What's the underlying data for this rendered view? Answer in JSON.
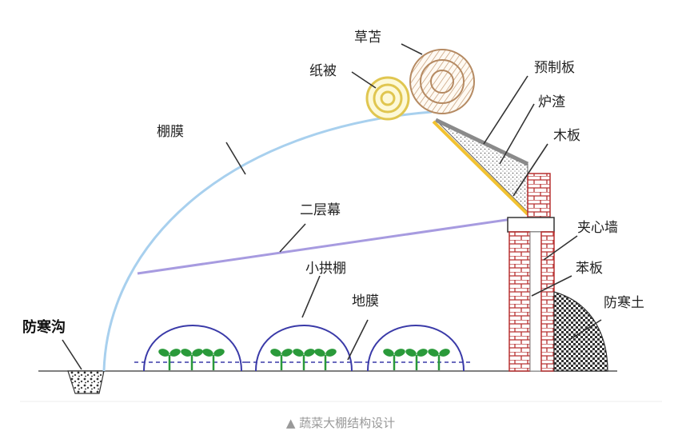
{
  "labels": {
    "caoshan": "草苫",
    "zhibei": "纸被",
    "yuzhiban": "预制板",
    "luzha": "炉渣",
    "muban": "木板",
    "pengmo": "棚膜",
    "ercengmu": "二层幕",
    "xiaogongpeng": "小拱棚",
    "dimo": "地膜",
    "jiaxinqiang": "夹心墙",
    "benban": "苯板",
    "fanghantu": "防寒土",
    "fanghangou": "防寒沟"
  },
  "caption": "▲ 蔬菜大棚结构设计",
  "colors": {
    "film": "#a8d0ee",
    "curtain": "#a79be0",
    "arch": "#3a3aa8",
    "brick": "#b83030",
    "plank": "#f2c230",
    "leaf": "#2a9a3a",
    "ground": "#555555"
  }
}
